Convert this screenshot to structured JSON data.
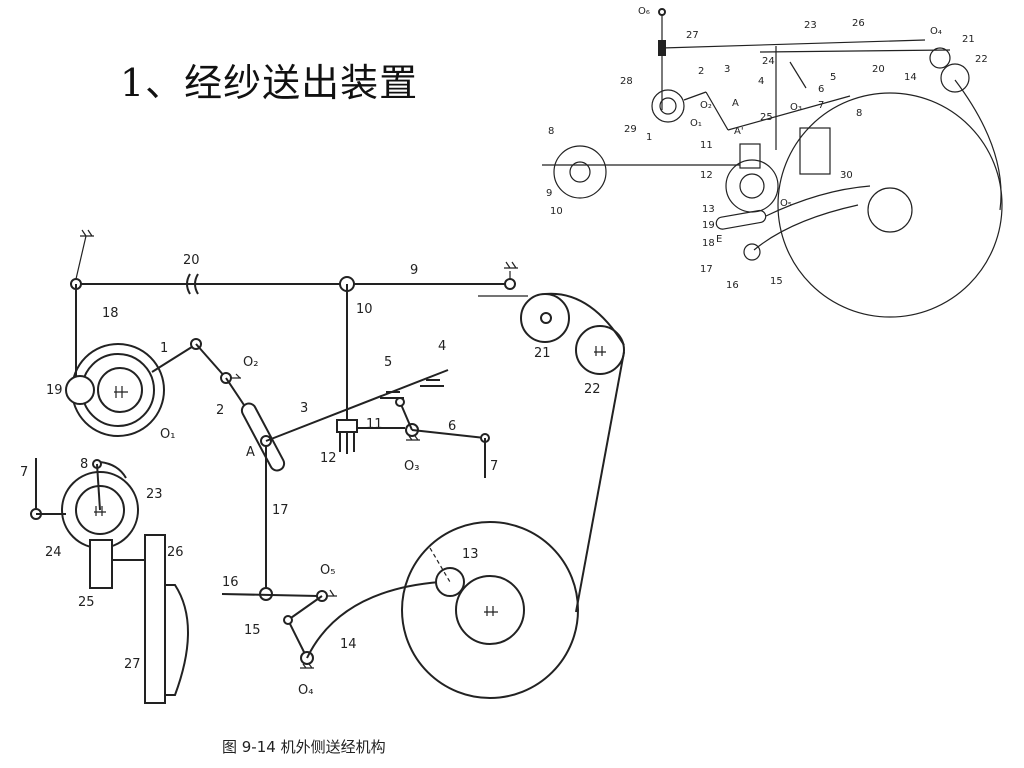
{
  "slide": {
    "title": "1、经纱送出装置",
    "caption": "图 9-14   机外侧送经机构"
  },
  "main_diagram": {
    "labels": {
      "l20": "20",
      "l9": "9",
      "l10": "10",
      "l18": "18",
      "l1": "1",
      "lO2": "O₂",
      "l19": "19",
      "lO1": "O₁",
      "l2": "2",
      "l3": "3",
      "l5": "5",
      "l4": "4",
      "l11": "11",
      "l12": "12",
      "l6": "6",
      "lO3": "O₃",
      "l7a": "7",
      "lA": "A",
      "l21": "21",
      "l22": "22",
      "l8": "8",
      "l23": "23",
      "l7b": "7",
      "l24": "24",
      "l26": "26",
      "l25": "25",
      "l17": "17",
      "lO5": "O₅",
      "l16": "16",
      "l15": "15",
      "l14": "14",
      "l13": "13",
      "l27": "27",
      "lO4": "O₄"
    }
  },
  "inset_diagram": {
    "labels": {
      "O6": "O₆",
      "n27": "27",
      "n23": "23",
      "n26": "26",
      "O4": "O₄",
      "n21": "21",
      "n22": "22",
      "n28": "28",
      "n2": "2",
      "n3": "3",
      "n24": "24",
      "n4": "4",
      "n5": "5",
      "n20": "20",
      "n14": "14",
      "O2": "O₂",
      "A": "A",
      "O3": "O₃",
      "n6": "6",
      "n7": "7",
      "n29": "29",
      "O1": "O₁",
      "n1": "1",
      "n25": "25",
      "Ap": "A'",
      "n8a": "8",
      "n8b": "8",
      "n11": "11",
      "n12": "12",
      "n30": "30",
      "n9": "9",
      "n13": "13",
      "O5": "O₅",
      "n10": "10",
      "n19": "19",
      "n18": "18",
      "E": "E",
      "n17": "17",
      "n16": "16",
      "n15": "15"
    }
  }
}
